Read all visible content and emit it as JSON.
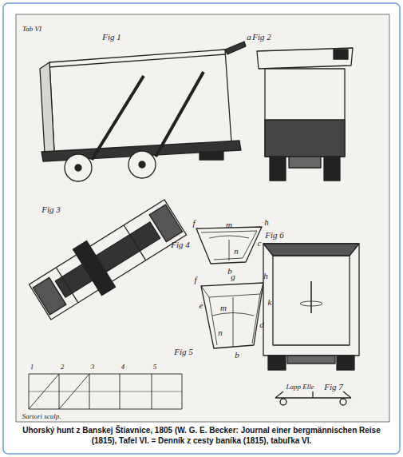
{
  "diagram": {
    "caption": "Uhorský hunt z Banskej Štiavnice, 1805 (W. G. E. Becker: Journal einer bergmännischen Reise (1815), Tafel VI. = Denník z cesty baníka (1815), tabuľka VI.",
    "labels": [
      "Tab VI",
      "Fig 1",
      "a",
      "Fig 2",
      "Fig 3",
      "Fig 4",
      "f",
      "h",
      "m",
      "c",
      "n",
      "b",
      "Fig 6",
      "Fig 5",
      "f",
      "g",
      "h",
      "k",
      "e",
      "m",
      "d",
      "n",
      "b",
      "1",
      "2",
      "3",
      "4",
      "5",
      "Lapp Elle",
      "Fig 7",
      "Sartori sculp."
    ]
  }
}
